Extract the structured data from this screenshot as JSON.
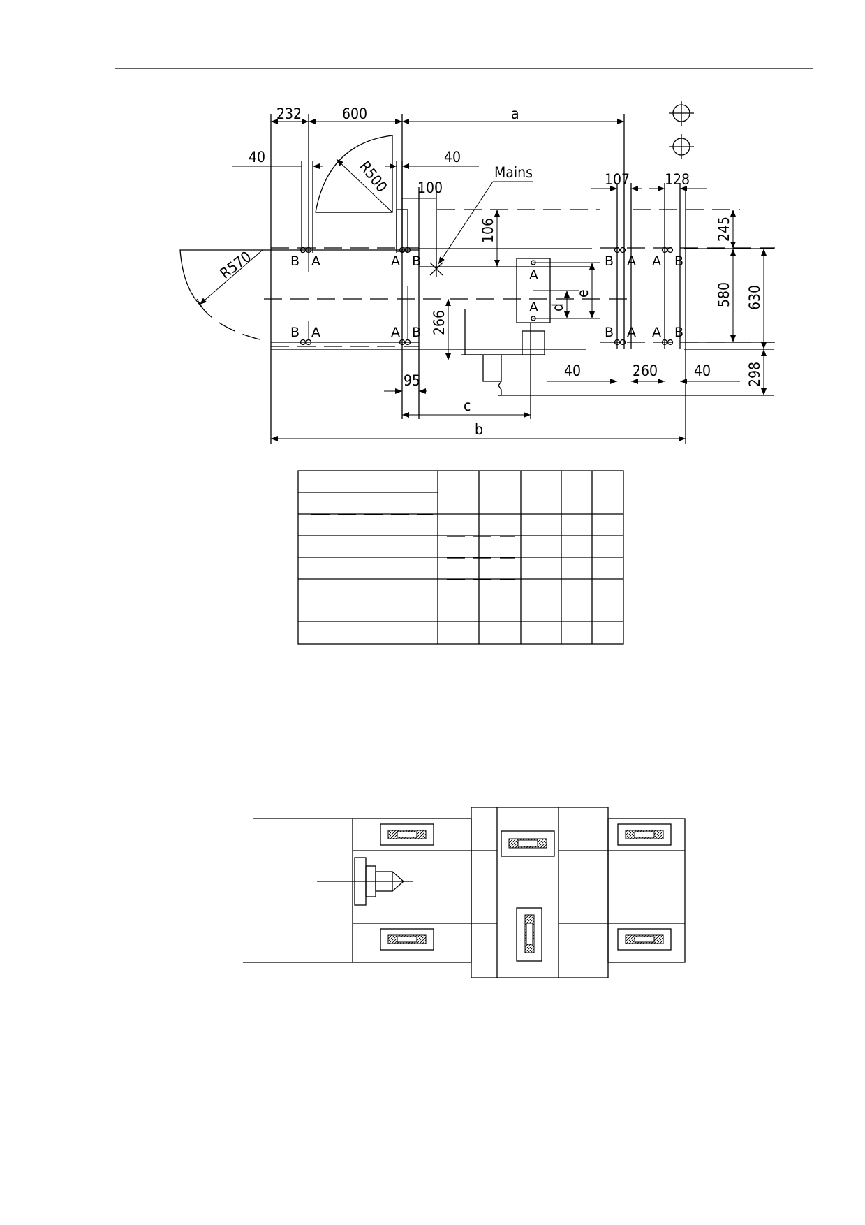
{
  "drawing": {
    "dims": {
      "d232": "232",
      "d600": "600",
      "da": "a",
      "d40_left": "40",
      "d40_mid": "40",
      "r500": "R500",
      "d100": "100",
      "mains": "Mains",
      "d107": "107",
      "d128": "128",
      "d245": "245",
      "d106": "106",
      "r570": "R570",
      "d580": "580",
      "d630": "630",
      "de": "e",
      "dd": "d",
      "d266": "266",
      "d95": "95",
      "d40_r1": "40",
      "d260": "260",
      "d40_r2": "40",
      "d298": "298",
      "dc": "c",
      "db": "b"
    },
    "pad_labels": {
      "a": "A",
      "b": "B"
    }
  },
  "spec_table": {
    "columns": 6,
    "rows": 7
  }
}
